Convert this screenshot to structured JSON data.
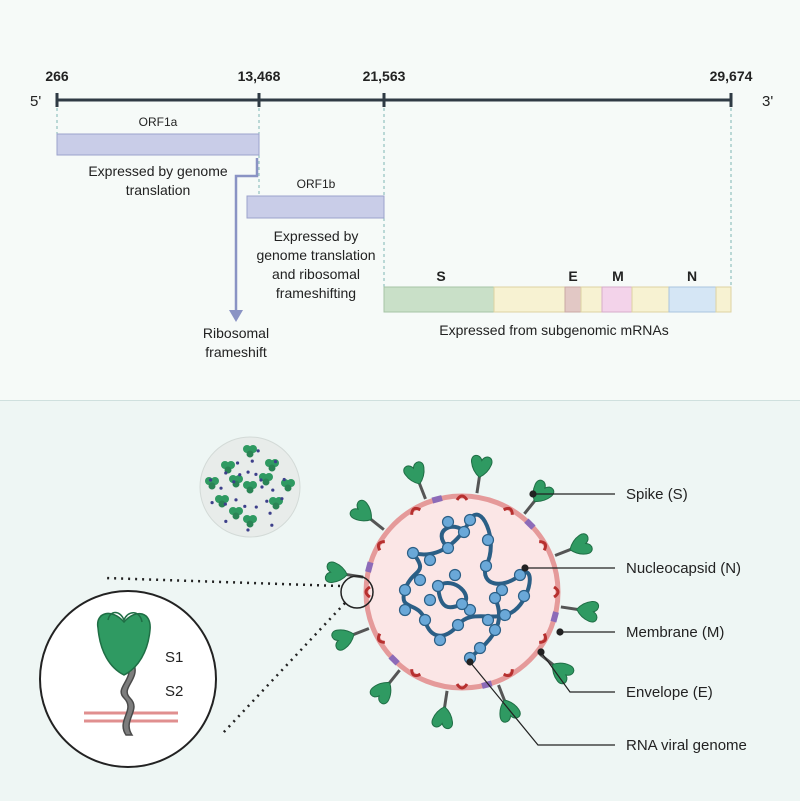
{
  "genome": {
    "five_prime": "5'",
    "three_prime": "3'",
    "positions": [
      "266",
      "13,468",
      "21,563",
      "29,674"
    ]
  },
  "orfs": {
    "orf1a": "ORF1a",
    "orf1a_desc": [
      "Expressed by genome",
      "translation"
    ],
    "orf1b": "ORF1b",
    "orf1b_desc": [
      "Expressed by",
      "genome translation",
      "and ribosomal",
      "frameshifting"
    ],
    "frameshift": [
      "Ribosomal",
      "frameshift"
    ]
  },
  "subgenomic": {
    "genes": [
      "S",
      "E",
      "M",
      "N"
    ],
    "desc": "Expressed from subgenomic mRNAs"
  },
  "virion_labels": [
    "Spike (S)",
    "Nucleocapsid (N)",
    "Membrane (M)",
    "Envelope (E)",
    "RNA viral genome"
  ],
  "spike_inset": {
    "s1": "S1",
    "s2": "S2"
  },
  "colors": {
    "orf1": "#c9cde8",
    "spike_green": "#2f9a62",
    "membrane_fill": "#fbe6e6",
    "membrane_edge": "#e59a9a",
    "nucleocapsid": "#6aa8d8",
    "rna": "#2b5f86",
    "envelope": "#8c6bb8",
    "m_protein": "#b7302f"
  }
}
